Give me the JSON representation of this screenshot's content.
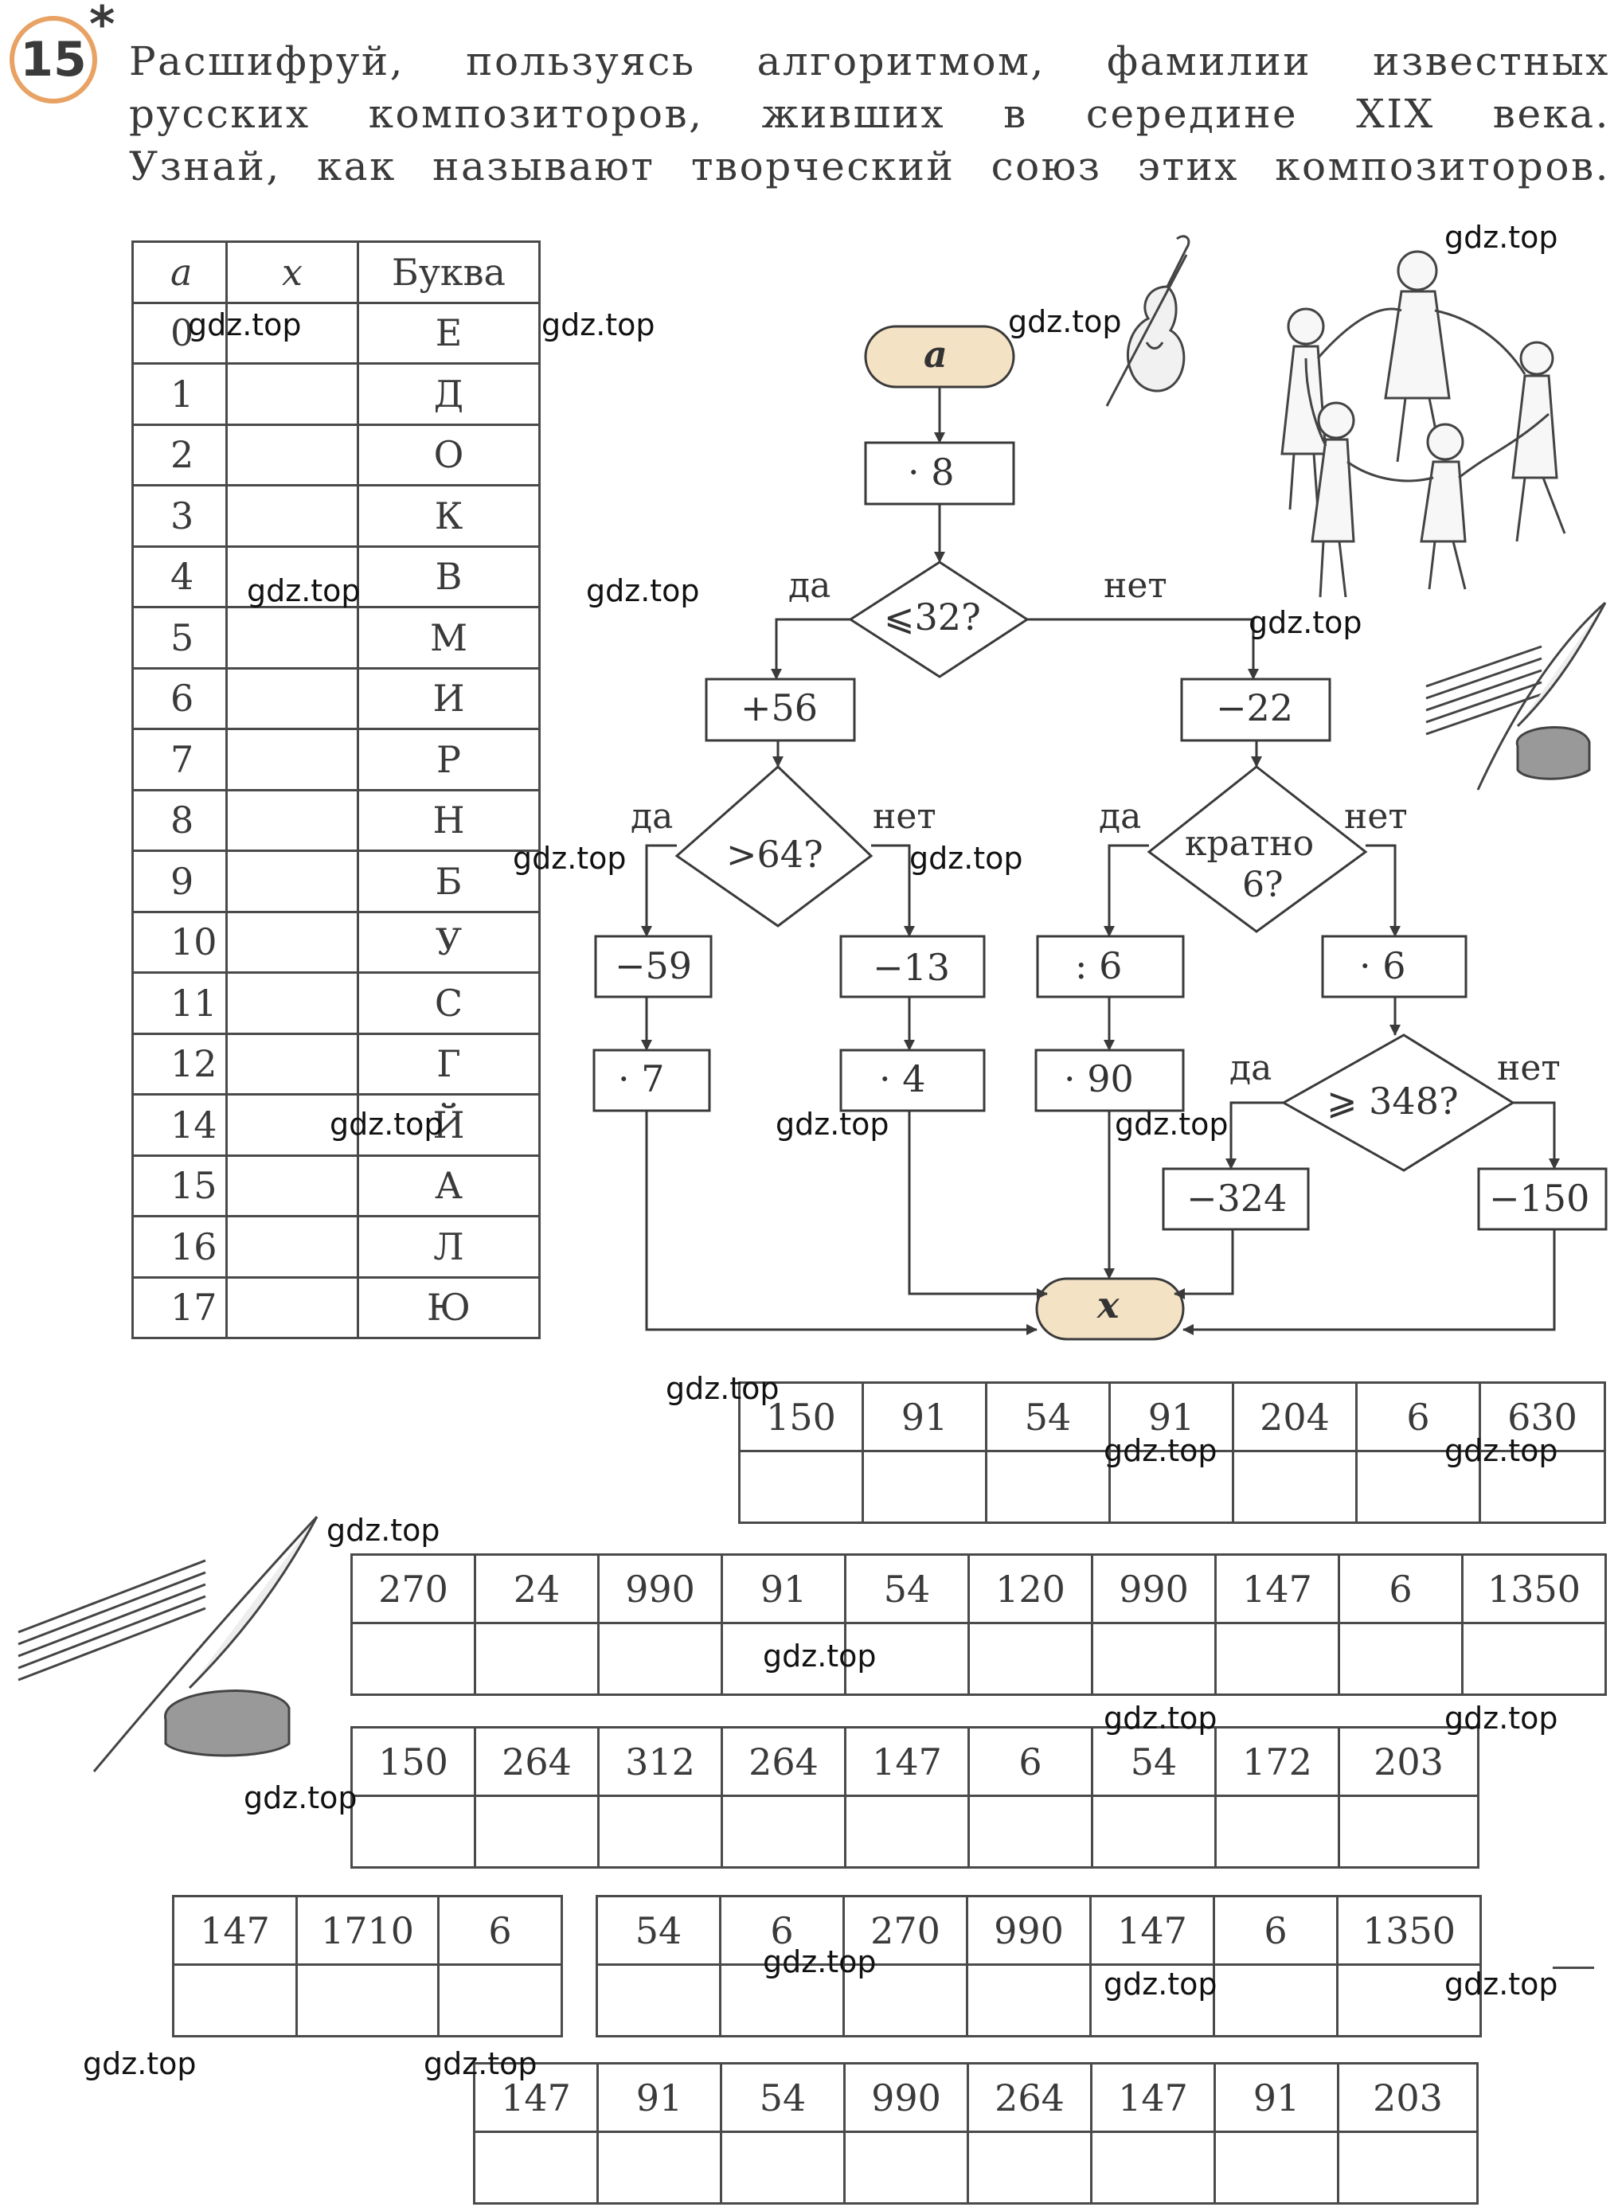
{
  "header": {
    "task_number": "15",
    "star": "*",
    "line1": "Расшифруй, пользуясь алгоритмом, фамилии известных",
    "line2": "русских композиторов, живших в середине XIX века.",
    "line3": "Узнай, как называют творческий союз этих композиторов."
  },
  "lookup": {
    "headers": [
      "a",
      "x",
      "Буква"
    ],
    "rows": [
      {
        "a": "0",
        "x": "",
        "letter": "Е"
      },
      {
        "a": "1",
        "x": "",
        "letter": "Д"
      },
      {
        "a": "2",
        "x": "",
        "letter": "О"
      },
      {
        "a": "3",
        "x": "",
        "letter": "К"
      },
      {
        "a": "4",
        "x": "",
        "letter": "В"
      },
      {
        "a": "5",
        "x": "",
        "letter": "М"
      },
      {
        "a": "6",
        "x": "",
        "letter": "И"
      },
      {
        "a": "7",
        "x": "",
        "letter": "Р"
      },
      {
        "a": "8",
        "x": "",
        "letter": "Н"
      },
      {
        "a": "9",
        "x": "",
        "letter": "Б"
      },
      {
        "a": "10",
        "x": "",
        "letter": "У"
      },
      {
        "a": "11",
        "x": "",
        "letter": "С"
      },
      {
        "a": "12",
        "x": "",
        "letter": "Г"
      },
      {
        "a": "14",
        "x": "",
        "letter": "Й"
      },
      {
        "a": "15",
        "x": "",
        "letter": "А"
      },
      {
        "a": "16",
        "x": "",
        "letter": "Л"
      },
      {
        "a": "17",
        "x": "",
        "letter": "Ю"
      }
    ]
  },
  "flowchart": {
    "start": "a",
    "step_mul8": "· 8",
    "cond1": "⩽32?",
    "yes": "да",
    "no": "нет",
    "left_add": "+56",
    "cond2": ">64?",
    "sub59": "−59",
    "mul7": "· 7",
    "sub13": "−13",
    "mul4": "· 4",
    "right_sub": "−22",
    "cond3_line1": "кратно",
    "cond3_line2": "6?",
    "div6": ": 6",
    "mul90": "· 90",
    "mul6": "· 6",
    "cond4": "⩾ 348?",
    "sub324": "−324",
    "sub150": "−150",
    "end": "x"
  },
  "grids": {
    "g1": [
      "150",
      "91",
      "54",
      "91",
      "204",
      "6",
      "630"
    ],
    "g2": [
      "270",
      "24",
      "990",
      "91",
      "54",
      "120",
      "990",
      "147",
      "6",
      "1350"
    ],
    "g3": [
      "150",
      "264",
      "312",
      "264",
      "147",
      "6",
      "54",
      "172",
      "203"
    ],
    "g4a": [
      "147",
      "1710",
      "6"
    ],
    "g4b": [
      "54",
      "6",
      "270",
      "990",
      "147",
      "6",
      "1350"
    ],
    "g5": [
      "147",
      "91",
      "54",
      "990",
      "264",
      "147",
      "91",
      "203"
    ]
  },
  "watermark": "gdz.top"
}
